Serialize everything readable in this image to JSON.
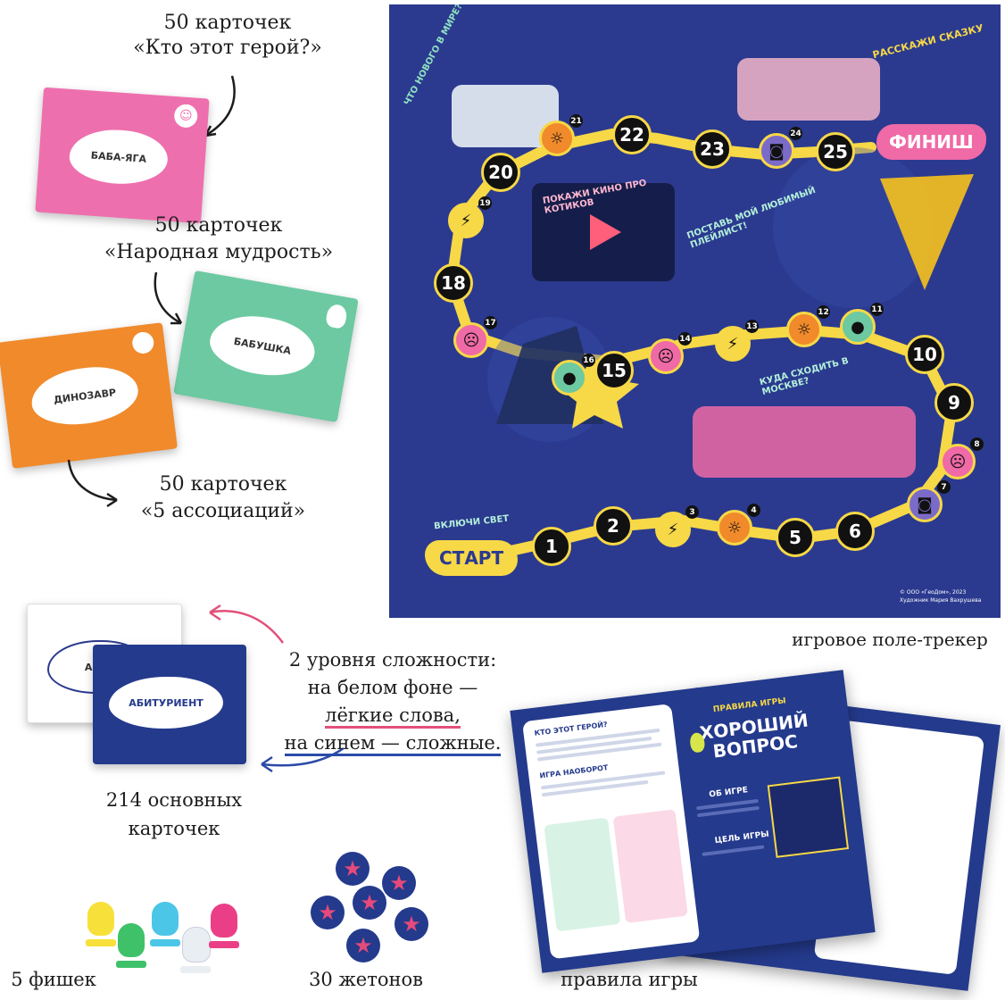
{
  "captions": {
    "cards1_line1": "50 карточек",
    "cards1_line2": "«Кто этот герой?»",
    "cards2_line1": "50 карточек",
    "cards2_line2": "«Народная мудрость»",
    "cards3_line1": "50 карточек",
    "cards3_line2": "«5 ассоциаций»",
    "levels_line1": "2 уровня сложности:",
    "levels_line2": "на белом фоне —",
    "levels_line3": "лёгкие слова,",
    "levels_line4": "на синем — сложные.",
    "main_cards_line1": "214 основных",
    "main_cards_line2": "карточек",
    "board_label": "игровое поле-трекер",
    "chips_label": "5 фишек",
    "tokens_label": "30 жетонов",
    "rules_label": "правила игры"
  },
  "cards": {
    "pink_word": "БАБА-ЯГА",
    "green_word": "БАБУШКА",
    "orange_word": "ДИНОЗАВР",
    "white_word": "АЛ...",
    "blue_word": "АБИТУРИЕНТ"
  },
  "board": {
    "start": "СТАРТ",
    "finish": "ФИНИШ",
    "nodes": [
      "1",
      "2",
      "5",
      "6",
      "9",
      "10",
      "15",
      "18",
      "20",
      "22",
      "23",
      "25"
    ],
    "special_nodes": [
      "3",
      "4",
      "7",
      "8",
      "11",
      "12",
      "13",
      "14",
      "16",
      "17",
      "19",
      "21",
      "24"
    ],
    "phrases": {
      "news": "ЧТО НОВОГО В МИРЕ?",
      "tale": "РАССКАЖИ СКАЗКУ",
      "movie": "ПОКАЖИ КИНО ПРО КОТИКОВ",
      "playlist": "ПОСТАВЬ МОЙ ЛЮБИМЫЙ ПЛЕЙЛИСТ!",
      "moscow": "КУДА СХОДИТЬ В МОСКВЕ?",
      "light": "ВКЛЮЧИ СВЕТ"
    },
    "copyright": "© ООО «ГеоДом», 2023",
    "artist": "Художник Мария Вахрушева"
  },
  "rules_booklet": {
    "subtitle": "ПРАВИЛА ИГРЫ",
    "title": "ХОРОШИЙ ВОПРОС",
    "section_about": "ОБ ИГРЕ",
    "section_goal": "ЦЕЛЬ ИГРЫ",
    "left_heading1": "КТО ЭТОТ ГЕРОЙ?",
    "left_heading2": "ИГРА НАОБОРОТ"
  },
  "colors": {
    "board_bg": "#2b3a8f",
    "pink_card": "#ee6fae",
    "green_card": "#6cc9a1",
    "orange_card": "#f08a2b",
    "blue_card": "#243a8c",
    "arrow_pink": "#e2507a",
    "arrow_blue": "#2b4aa8",
    "track_yellow": "#f7d847"
  }
}
